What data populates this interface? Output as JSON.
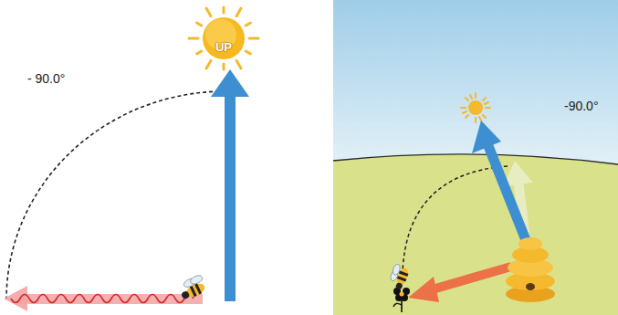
{
  "diagram": {
    "nodes": [
      {
        "text": [
          "UP"
        ]
      }
    ],
    "labels": [
      "- 90.0°",
      "-90.0°"
    ]
  }
}
